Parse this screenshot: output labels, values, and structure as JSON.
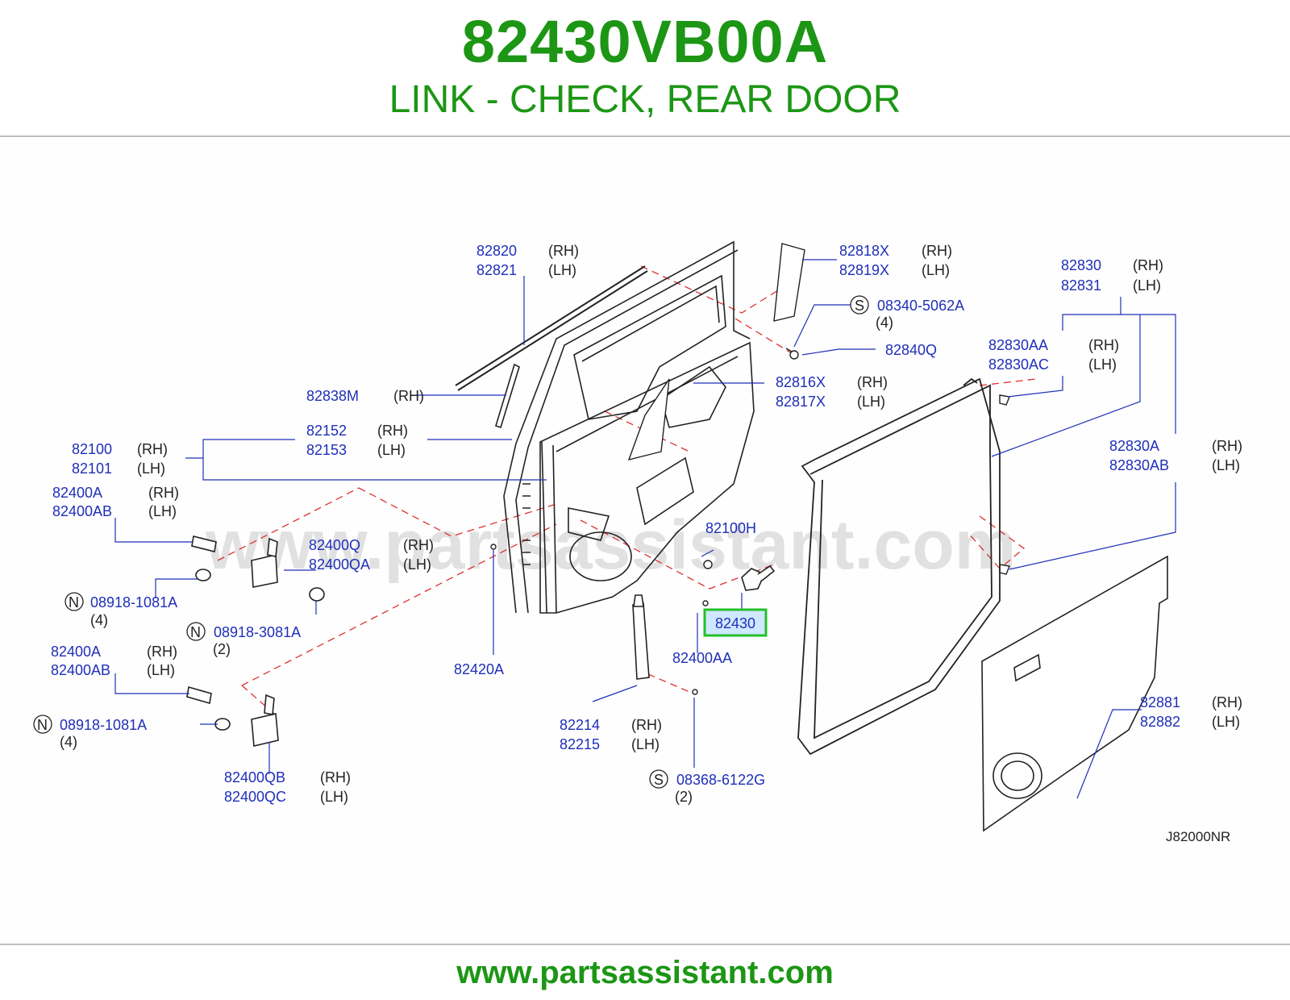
{
  "header": {
    "part_number": "82430VB00A",
    "description": "LINK - CHECK, REAR DOOR"
  },
  "watermark": "www.partsassistant.com",
  "footer": {
    "url": "www.partsassistant.com"
  },
  "diagram_code": "J82000NR",
  "colors": {
    "accent": "#1c9614",
    "part_link": "#1f2fb8",
    "highlight_border": "#22c02a",
    "highlight_fill": "#cfe8ff",
    "dash": "#e03030"
  },
  "labels": [
    {
      "pn": "82820",
      "side": "(RH)"
    },
    {
      "pn": "82821",
      "side": "(LH)"
    },
    {
      "pn": "82818X",
      "side": "(RH)"
    },
    {
      "pn": "82819X",
      "side": "(LH)"
    },
    {
      "pn": "08340-5062A",
      "prefix": "S",
      "qty": "(4)"
    },
    {
      "pn": "82840Q"
    },
    {
      "pn": "82830",
      "side": "(RH)"
    },
    {
      "pn": "82831",
      "side": "(LH)"
    },
    {
      "pn": "82830AA",
      "side": "(RH)"
    },
    {
      "pn": "82830AC",
      "side": "(LH)"
    },
    {
      "pn": "82838M",
      "side": "(RH)"
    },
    {
      "pn": "82816X",
      "side": "(RH)"
    },
    {
      "pn": "82817X",
      "side": "(LH)"
    },
    {
      "pn": "82152",
      "side": "(RH)"
    },
    {
      "pn": "82153",
      "side": "(LH)"
    },
    {
      "pn": "82100",
      "side": "(RH)"
    },
    {
      "pn": "82101",
      "side": "(LH)"
    },
    {
      "pn": "82830A",
      "side": "(RH)"
    },
    {
      "pn": "82830AB",
      "side": "(LH)"
    },
    {
      "pn": "82400A",
      "side": "(RH)"
    },
    {
      "pn": "82400AB",
      "side": "(LH)"
    },
    {
      "pn": "82400Q",
      "side": "(RH)"
    },
    {
      "pn": "82400QA",
      "side": "(LH)"
    },
    {
      "pn": "82100H"
    },
    {
      "pn": "08918-1081A",
      "prefix": "N",
      "qty": "(4)"
    },
    {
      "pn": "08918-3081A",
      "prefix": "N",
      "qty": "(2)"
    },
    {
      "pn": "82430",
      "highlight": true
    },
    {
      "pn": "82400AA"
    },
    {
      "pn": "82420A"
    },
    {
      "pn": "82400A",
      "side": "(RH)"
    },
    {
      "pn": "82400AB",
      "side": "(LH)"
    },
    {
      "pn": "08918-1081A",
      "prefix": "N",
      "qty": "(4)"
    },
    {
      "pn": "82881",
      "side": "(RH)"
    },
    {
      "pn": "82882",
      "side": "(LH)"
    },
    {
      "pn": "82214",
      "side": "(RH)"
    },
    {
      "pn": "82215",
      "side": "(LH)"
    },
    {
      "pn": "08368-6122G",
      "prefix": "S",
      "qty": "(2)"
    },
    {
      "pn": "82400QB",
      "side": "(RH)"
    },
    {
      "pn": "82400QC",
      "side": "(LH)"
    }
  ]
}
